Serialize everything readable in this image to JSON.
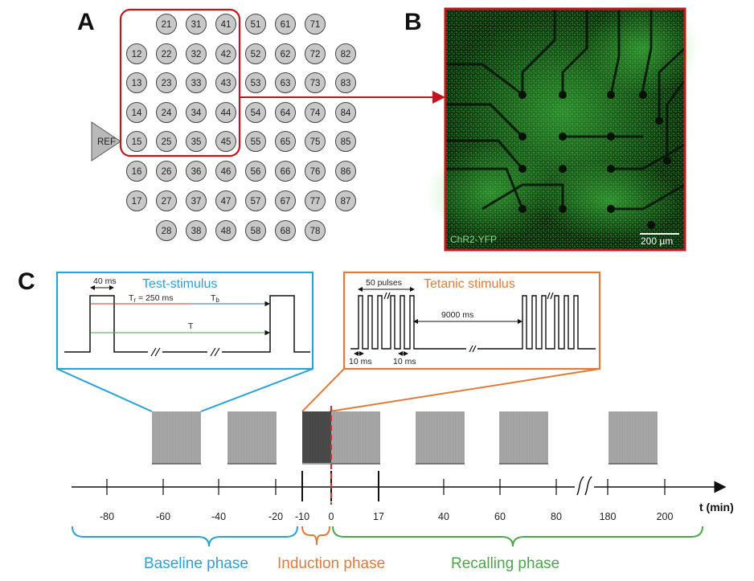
{
  "panels": {
    "a": "A",
    "b": "B",
    "c": "C"
  },
  "electrode_array": {
    "rows": [
      [
        "21",
        "31",
        "41",
        "51",
        "61",
        "71"
      ],
      [
        "12",
        "22",
        "32",
        "42",
        "52",
        "62",
        "72",
        "82"
      ],
      [
        "13",
        "23",
        "33",
        "43",
        "53",
        "63",
        "73",
        "83"
      ],
      [
        "14",
        "24",
        "34",
        "44",
        "54",
        "64",
        "74",
        "84"
      ],
      [
        "15",
        "25",
        "35",
        "45",
        "55",
        "65",
        "75",
        "85"
      ],
      [
        "16",
        "26",
        "36",
        "46",
        "56",
        "66",
        "76",
        "86"
      ],
      [
        "17",
        "27",
        "37",
        "47",
        "57",
        "67",
        "77",
        "87"
      ],
      [
        "28",
        "38",
        "48",
        "58",
        "68",
        "78"
      ]
    ],
    "reference_label": "REF",
    "highlight_color": "#c0161c",
    "electrode_fill": "#c8c8c8"
  },
  "micrograph": {
    "caption": "ChR2-YFP",
    "scale_bar": "200 µm",
    "frame_color": "#c0161c",
    "glow_color": "#3ccc3c"
  },
  "test_stimulus": {
    "title": "Test-stimulus",
    "pulse_width": "40 ms",
    "tr_label": "T",
    "tr_sub": "r",
    "tr_value": " = 250 ms",
    "tb_label": "T",
    "tb_sub": "b",
    "t_label": "T",
    "color": "#2aa2d8",
    "tr_color": "#c0392b",
    "tb_color": "#3a6ea5",
    "t_color": "#4aa84a"
  },
  "tetanic_stimulus": {
    "title": "Tetanic stimulus",
    "pulses_label": "50 pulses",
    "gap_label": "9000 ms",
    "width_label_1": "10 ms",
    "width_label_2": "10 ms",
    "color": "#e07b39"
  },
  "timeline": {
    "axis_label": "t (min)",
    "ticks": [
      "-80",
      "-60",
      "-40",
      "-20",
      "-10",
      "0",
      "17",
      "40",
      "60",
      "80",
      "180",
      "200"
    ],
    "blocks": {
      "baseline_color": "#a9a9a9",
      "induction_color": "#4a4a4a",
      "zero_marker_color": "#d42a2a"
    }
  },
  "phases": {
    "baseline": "Baseline phase",
    "induction": "Induction phase",
    "recalling": "Recalling phase",
    "baseline_color": "#2aa2d8",
    "induction_color": "#e07b39",
    "recalling_color": "#4aa84a"
  }
}
